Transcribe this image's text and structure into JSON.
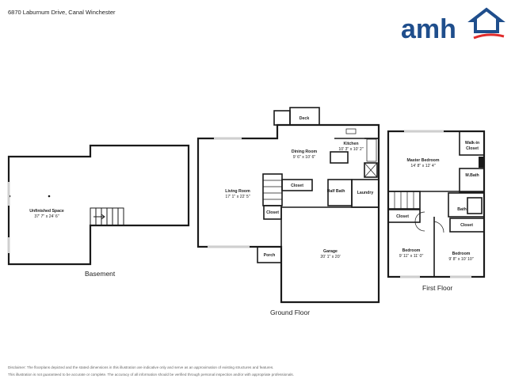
{
  "header": {
    "address": "6870 Laburnum Drive, Canal Winchester"
  },
  "logo": {
    "text": "amh",
    "brand_color": "#1f4e8c",
    "accent_color": "#e02b2b"
  },
  "floors": {
    "basement": "Basement",
    "ground": "Ground Floor",
    "first": "First Floor"
  },
  "rooms": {
    "unfinished": {
      "name": "Unfinished Space",
      "dims": "37' 7\" x 24' 6\""
    },
    "deck": {
      "name": "Deck"
    },
    "kitchen": {
      "name": "Kitchen",
      "dims": "10' 3\" x 10' 2\""
    },
    "dining": {
      "name": "Dining Room",
      "dims": "9' 6\" x 10' 6\""
    },
    "living": {
      "name": "Living Room",
      "dims": "17' 1\" x 22' 5\""
    },
    "closet_ground_1": {
      "name": "Closet"
    },
    "closet_ground_2": {
      "name": "Closet"
    },
    "half_bath": {
      "name": "Half Bath"
    },
    "laundry": {
      "name": "Laundry"
    },
    "garage": {
      "name": "Garage",
      "dims": "20' 1\" x 20'"
    },
    "porch": {
      "name": "Porch"
    },
    "master_bedroom": {
      "name": "Master Bedroom",
      "dims": "14' 8\" x 12' 4\""
    },
    "walkin_closet": {
      "name": "Walk-in Closet",
      "line1": "Walk-in",
      "line2": "Closet"
    },
    "mbath": {
      "name": "M.Bath"
    },
    "bath": {
      "name": "Bath"
    },
    "closet_first_1": {
      "name": "Closet"
    },
    "closet_first_2": {
      "name": "Closet"
    },
    "bedroom_1": {
      "name": "Bedroom",
      "dims": "9' 11\" x 11' 0\""
    },
    "bedroom_2": {
      "name": "Bedroom",
      "dims": "9' 8\" x 10' 10\""
    }
  },
  "footer": {
    "line1": "Disclaimer: The floorplans depicted and the stated dimensions in this illustration are indicative only and serve as an approximation of existing structures and features.",
    "line2": "This illustration is not guaranteed to be accurate or complete. The accuracy of all information should be verified through personal inspection and/or with appropriate professionals."
  },
  "colors": {
    "wall": "#1a1a1a",
    "window": "#cfcfcf"
  }
}
